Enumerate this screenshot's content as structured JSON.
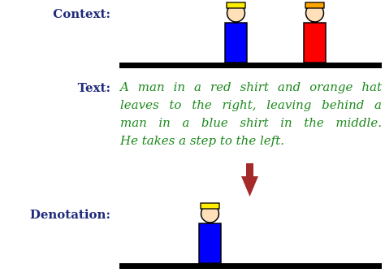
{
  "labels": {
    "context": "Context:",
    "text": "Text:",
    "denotation": "Denotation:"
  },
  "caption_lines": [
    "A man in a red shirt and orange hat",
    "leaves to the right, leaving behind a",
    "man in a blue shirt in the middle.",
    "He takes a step to the left."
  ],
  "scene_context": {
    "figures": [
      {
        "shirt_color": "#0000ff",
        "hat_color": "#ffee00"
      },
      {
        "shirt_color": "#ff0000",
        "hat_color": "#ffa500"
      }
    ]
  },
  "scene_denotation": {
    "figures": [
      {
        "shirt_color": "#0000ff",
        "hat_color": "#ffee00"
      }
    ]
  },
  "colors": {
    "label": "#1f2a7a",
    "caption": "#1e8a1e",
    "arrow": "#a52a2a",
    "ground": "#000000",
    "face": "#ffe0b8"
  }
}
